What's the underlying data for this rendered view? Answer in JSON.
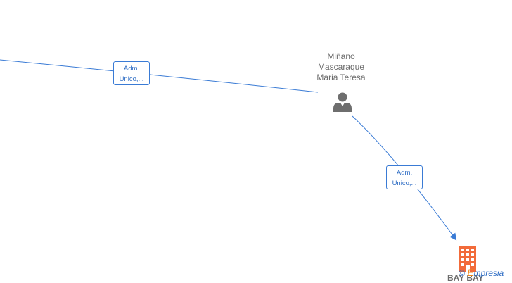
{
  "edges": [
    {
      "label_line1": "Adm.",
      "label_line2": "Unico,..."
    },
    {
      "label_line1": "Adm.",
      "label_line2": "Unico,..."
    }
  ],
  "person": {
    "name_lines": [
      "Miñano",
      "Mascaraque",
      "Maria Teresa"
    ],
    "icon": "person-icon"
  },
  "company": {
    "name": "BAY BAY",
    "icon": "building-icon",
    "color": "#f26b3a"
  },
  "watermark": {
    "copyright": "©",
    "brand_initial": "E",
    "brand_rest": "mpresia"
  },
  "colors": {
    "edge": "#3a7bd5",
    "label_text": "#2d6cc4",
    "node_text": "#6b6b6b",
    "person": "#6e6e6e"
  }
}
